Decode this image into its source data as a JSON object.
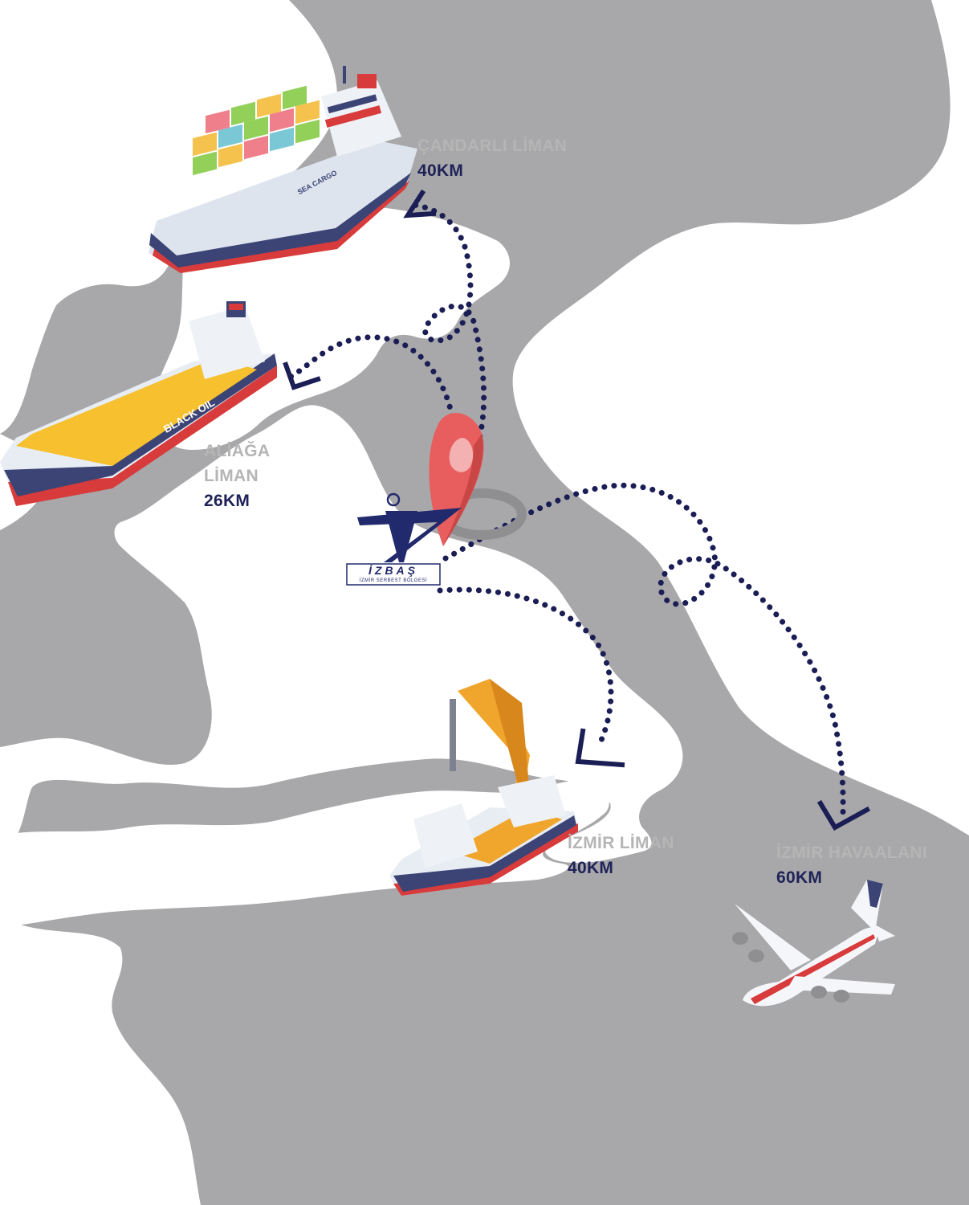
{
  "colors": {
    "land": "#a8a8aa",
    "water": "#ffffff",
    "route": "#1b1d55",
    "label_name": "#b5b5b5",
    "label_distance": "#1e2257",
    "pin": "#e85d5d",
    "pin_shadow": "#8f8f92",
    "logo": "#222a6e"
  },
  "origin": {
    "logo_text": "İZBAŞ",
    "logo_subtext": "İZMİR SERBEST BÖLGESİ"
  },
  "destinations": [
    {
      "id": "candarli",
      "name": "ÇANDARLI LİMAN",
      "distance": "40KM",
      "icon": "container-ship-icon"
    },
    {
      "id": "aliaga",
      "name_line1": "ALİAĞA",
      "name_line2": "LİMAN",
      "distance": "26KM",
      "icon": "tanker-ship-icon"
    },
    {
      "id": "izmir-port",
      "name": "İZMİR LİMAN",
      "distance": "40KM",
      "icon": "cargo-ship-crane-icon"
    },
    {
      "id": "airport",
      "name": "İZMİR HAVAALANI",
      "distance": "60KM",
      "icon": "airplane-icon"
    }
  ],
  "ship_markings": {
    "container_ship": "SEA CARGO",
    "tanker": "BLACK OIL"
  }
}
